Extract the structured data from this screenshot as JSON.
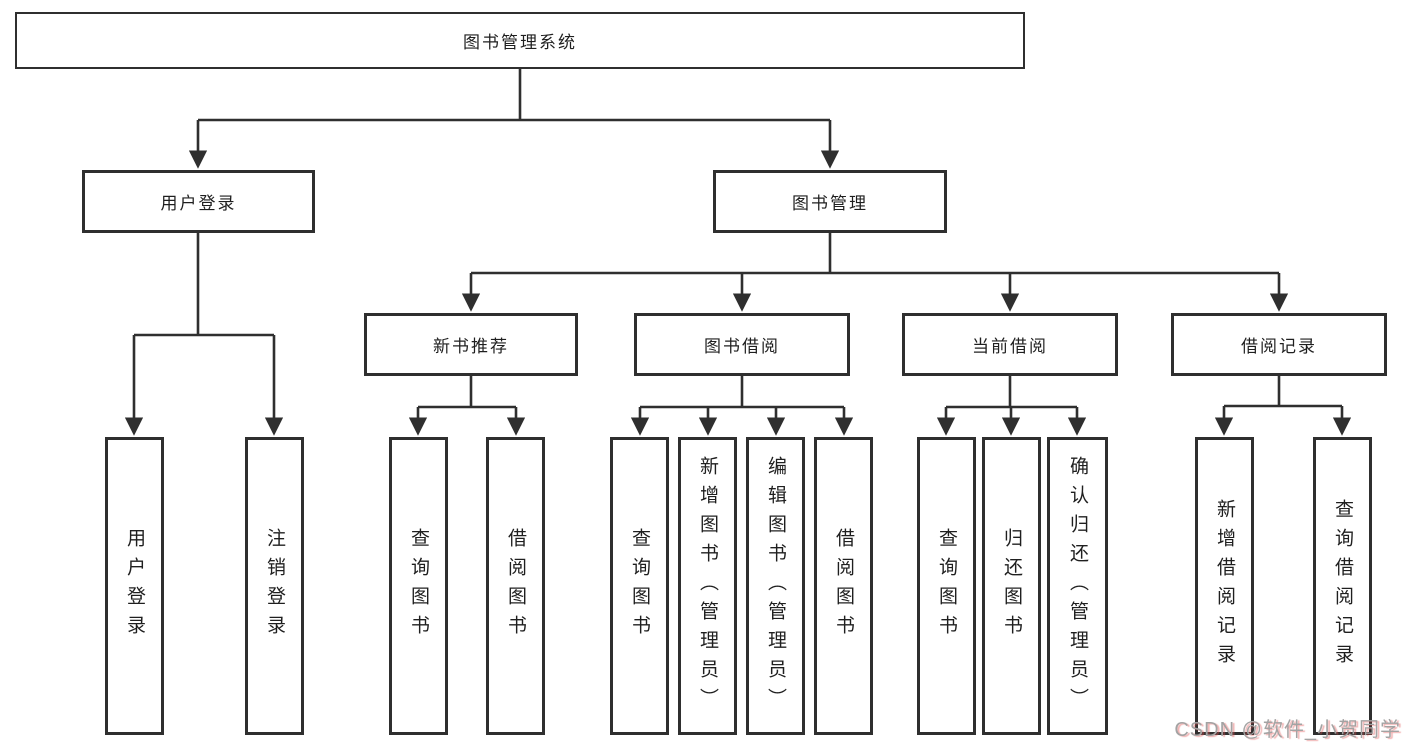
{
  "page": {
    "background": "#ffffff"
  },
  "colors": {
    "line": "#2f2f2f",
    "box_border": "#2f2f2f",
    "box_fill": "#ffffff",
    "text": "#1f1f1f",
    "watermark_gray": "#a3a3a3",
    "watermark_red_shadow": "#e05050"
  },
  "watermark": {
    "text": "CSDN @软件_小贺同学"
  },
  "nodes": {
    "root": {
      "label": "图书管理系统"
    },
    "user_login": {
      "label": "用户登录"
    },
    "book_management": {
      "label": "图书管理"
    },
    "new_book_recommend": {
      "label": "新书推荐"
    },
    "book_borrow": {
      "label": "图书借阅"
    },
    "current_borrow": {
      "label": "当前借阅"
    },
    "borrow_record": {
      "label": "借阅记录"
    },
    "leaves": {
      "user_login": {
        "label": "用户登录"
      },
      "logout": {
        "label": "注销登录"
      },
      "query_book_recommend": {
        "label": "查询图书"
      },
      "borrow_book_recommend": {
        "label": "借阅图书"
      },
      "query_book_borrow": {
        "label": "查询图书"
      },
      "add_book_admin": {
        "label": "新增图书（管理员）"
      },
      "edit_book_admin": {
        "label": "编辑图书（管理员）"
      },
      "borrow_book_borrow": {
        "label": "借阅图书"
      },
      "query_book_current": {
        "label": "查询图书"
      },
      "return_book": {
        "label": "归还图书"
      },
      "confirm_return_admin": {
        "label": "确认归还（管理员）"
      },
      "add_borrow_record": {
        "label": "新增借阅记录"
      },
      "query_borrow_record": {
        "label": "查询借阅记录"
      }
    }
  },
  "edges": [
    {
      "from": "root",
      "to": "user_login"
    },
    {
      "from": "root",
      "to": "book_management"
    },
    {
      "from": "user_login",
      "to": "leaves.user_login"
    },
    {
      "from": "user_login",
      "to": "leaves.logout"
    },
    {
      "from": "book_management",
      "to": "new_book_recommend"
    },
    {
      "from": "book_management",
      "to": "book_borrow"
    },
    {
      "from": "book_management",
      "to": "current_borrow"
    },
    {
      "from": "book_management",
      "to": "borrow_record"
    },
    {
      "from": "new_book_recommend",
      "to": "leaves.query_book_recommend"
    },
    {
      "from": "new_book_recommend",
      "to": "leaves.borrow_book_recommend"
    },
    {
      "from": "book_borrow",
      "to": "leaves.query_book_borrow"
    },
    {
      "from": "book_borrow",
      "to": "leaves.add_book_admin"
    },
    {
      "from": "book_borrow",
      "to": "leaves.edit_book_admin"
    },
    {
      "from": "book_borrow",
      "to": "leaves.borrow_book_borrow"
    },
    {
      "from": "current_borrow",
      "to": "leaves.query_book_current"
    },
    {
      "from": "current_borrow",
      "to": "leaves.return_book"
    },
    {
      "from": "current_borrow",
      "to": "leaves.confirm_return_admin"
    },
    {
      "from": "borrow_record",
      "to": "leaves.add_borrow_record"
    },
    {
      "from": "borrow_record",
      "to": "leaves.query_borrow_record"
    }
  ]
}
